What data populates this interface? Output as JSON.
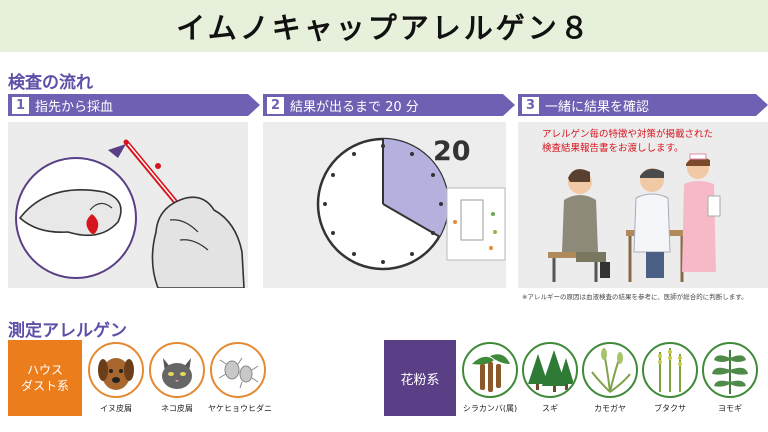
{
  "title": "イムノキャップアレルゲン８",
  "flow": {
    "heading": "検査の流れ",
    "steps": [
      {
        "num": "1",
        "label": "指先から採血"
      },
      {
        "num": "2",
        "label": "結果が出るまで 20 分",
        "timer": "20"
      },
      {
        "num": "3",
        "label": "一緒に結果を確認",
        "message_line1": "アレルゲン毎の特徴や対策が掲載された",
        "message_line2": "検査結果報告書をお渡しします。"
      }
    ],
    "note": "※アレルギーの原因は血液検査の結果を参考に、医師が総合的に判断します。"
  },
  "allergens": {
    "heading": "測定アレルゲン",
    "house_dust": {
      "category_line1": "ハウス",
      "category_line2": "ダスト系",
      "items": [
        "イヌ皮屑",
        "ネコ皮屑",
        "ヤケヒョウヒダニ"
      ]
    },
    "pollen": {
      "category": "花粉系",
      "items": [
        "シラカンバ(属)",
        "スギ",
        "カモガヤ",
        "ブタクサ",
        "ヨモギ"
      ]
    }
  },
  "colors": {
    "accent": "#6f60b3",
    "orange": "#ec7d1d",
    "purple": "#5a3f86",
    "red": "#d8141d",
    "banner": "#e6f0da"
  }
}
